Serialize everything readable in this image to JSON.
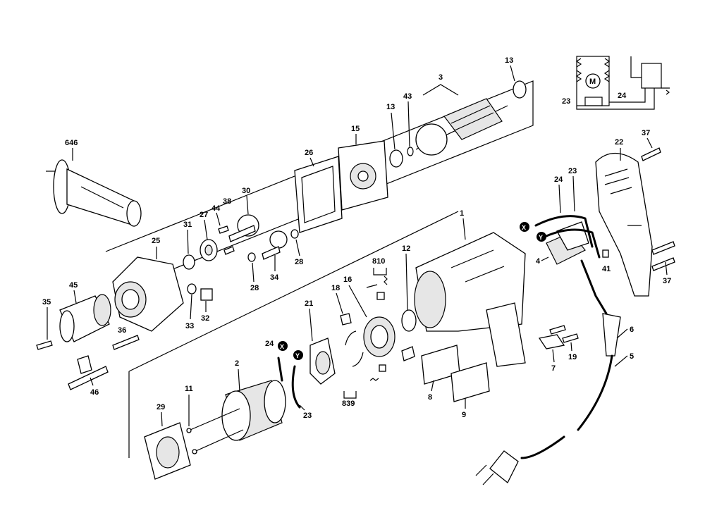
{
  "labels": {
    "p646": "646",
    "p45": "45",
    "p35": "35",
    "p36": "36",
    "p46": "46",
    "p25": "25",
    "p31": "31",
    "p27": "27",
    "p44": "44",
    "p38": "38",
    "p30": "30",
    "p34": "34",
    "p28a": "28",
    "p28b": "28",
    "p33": "33",
    "p32": "32",
    "p26": "26",
    "p15": "15",
    "p13a": "13",
    "p43": "43",
    "p3": "3",
    "p13b": "13",
    "p23a": "23",
    "p24a": "24",
    "p22": "22",
    "p37a": "37",
    "p37b": "37",
    "p24b": "24",
    "p23b": "23",
    "p4": "4",
    "p41": "41",
    "p1": "1",
    "p12": "12",
    "p810": "810",
    "p18": "18",
    "p16": "16",
    "p21": "21",
    "p839": "839",
    "p2": "2",
    "p24c": "24",
    "p23c": "23",
    "p11": "11",
    "p29": "29",
    "p8": "8",
    "p9": "9",
    "p7": "7",
    "p19": "19",
    "p6": "6",
    "p5": "5"
  },
  "markers": {
    "x1": "X",
    "y1": "Y",
    "x2": "X",
    "y2": "Y"
  },
  "schematic": {
    "motor": "M"
  }
}
